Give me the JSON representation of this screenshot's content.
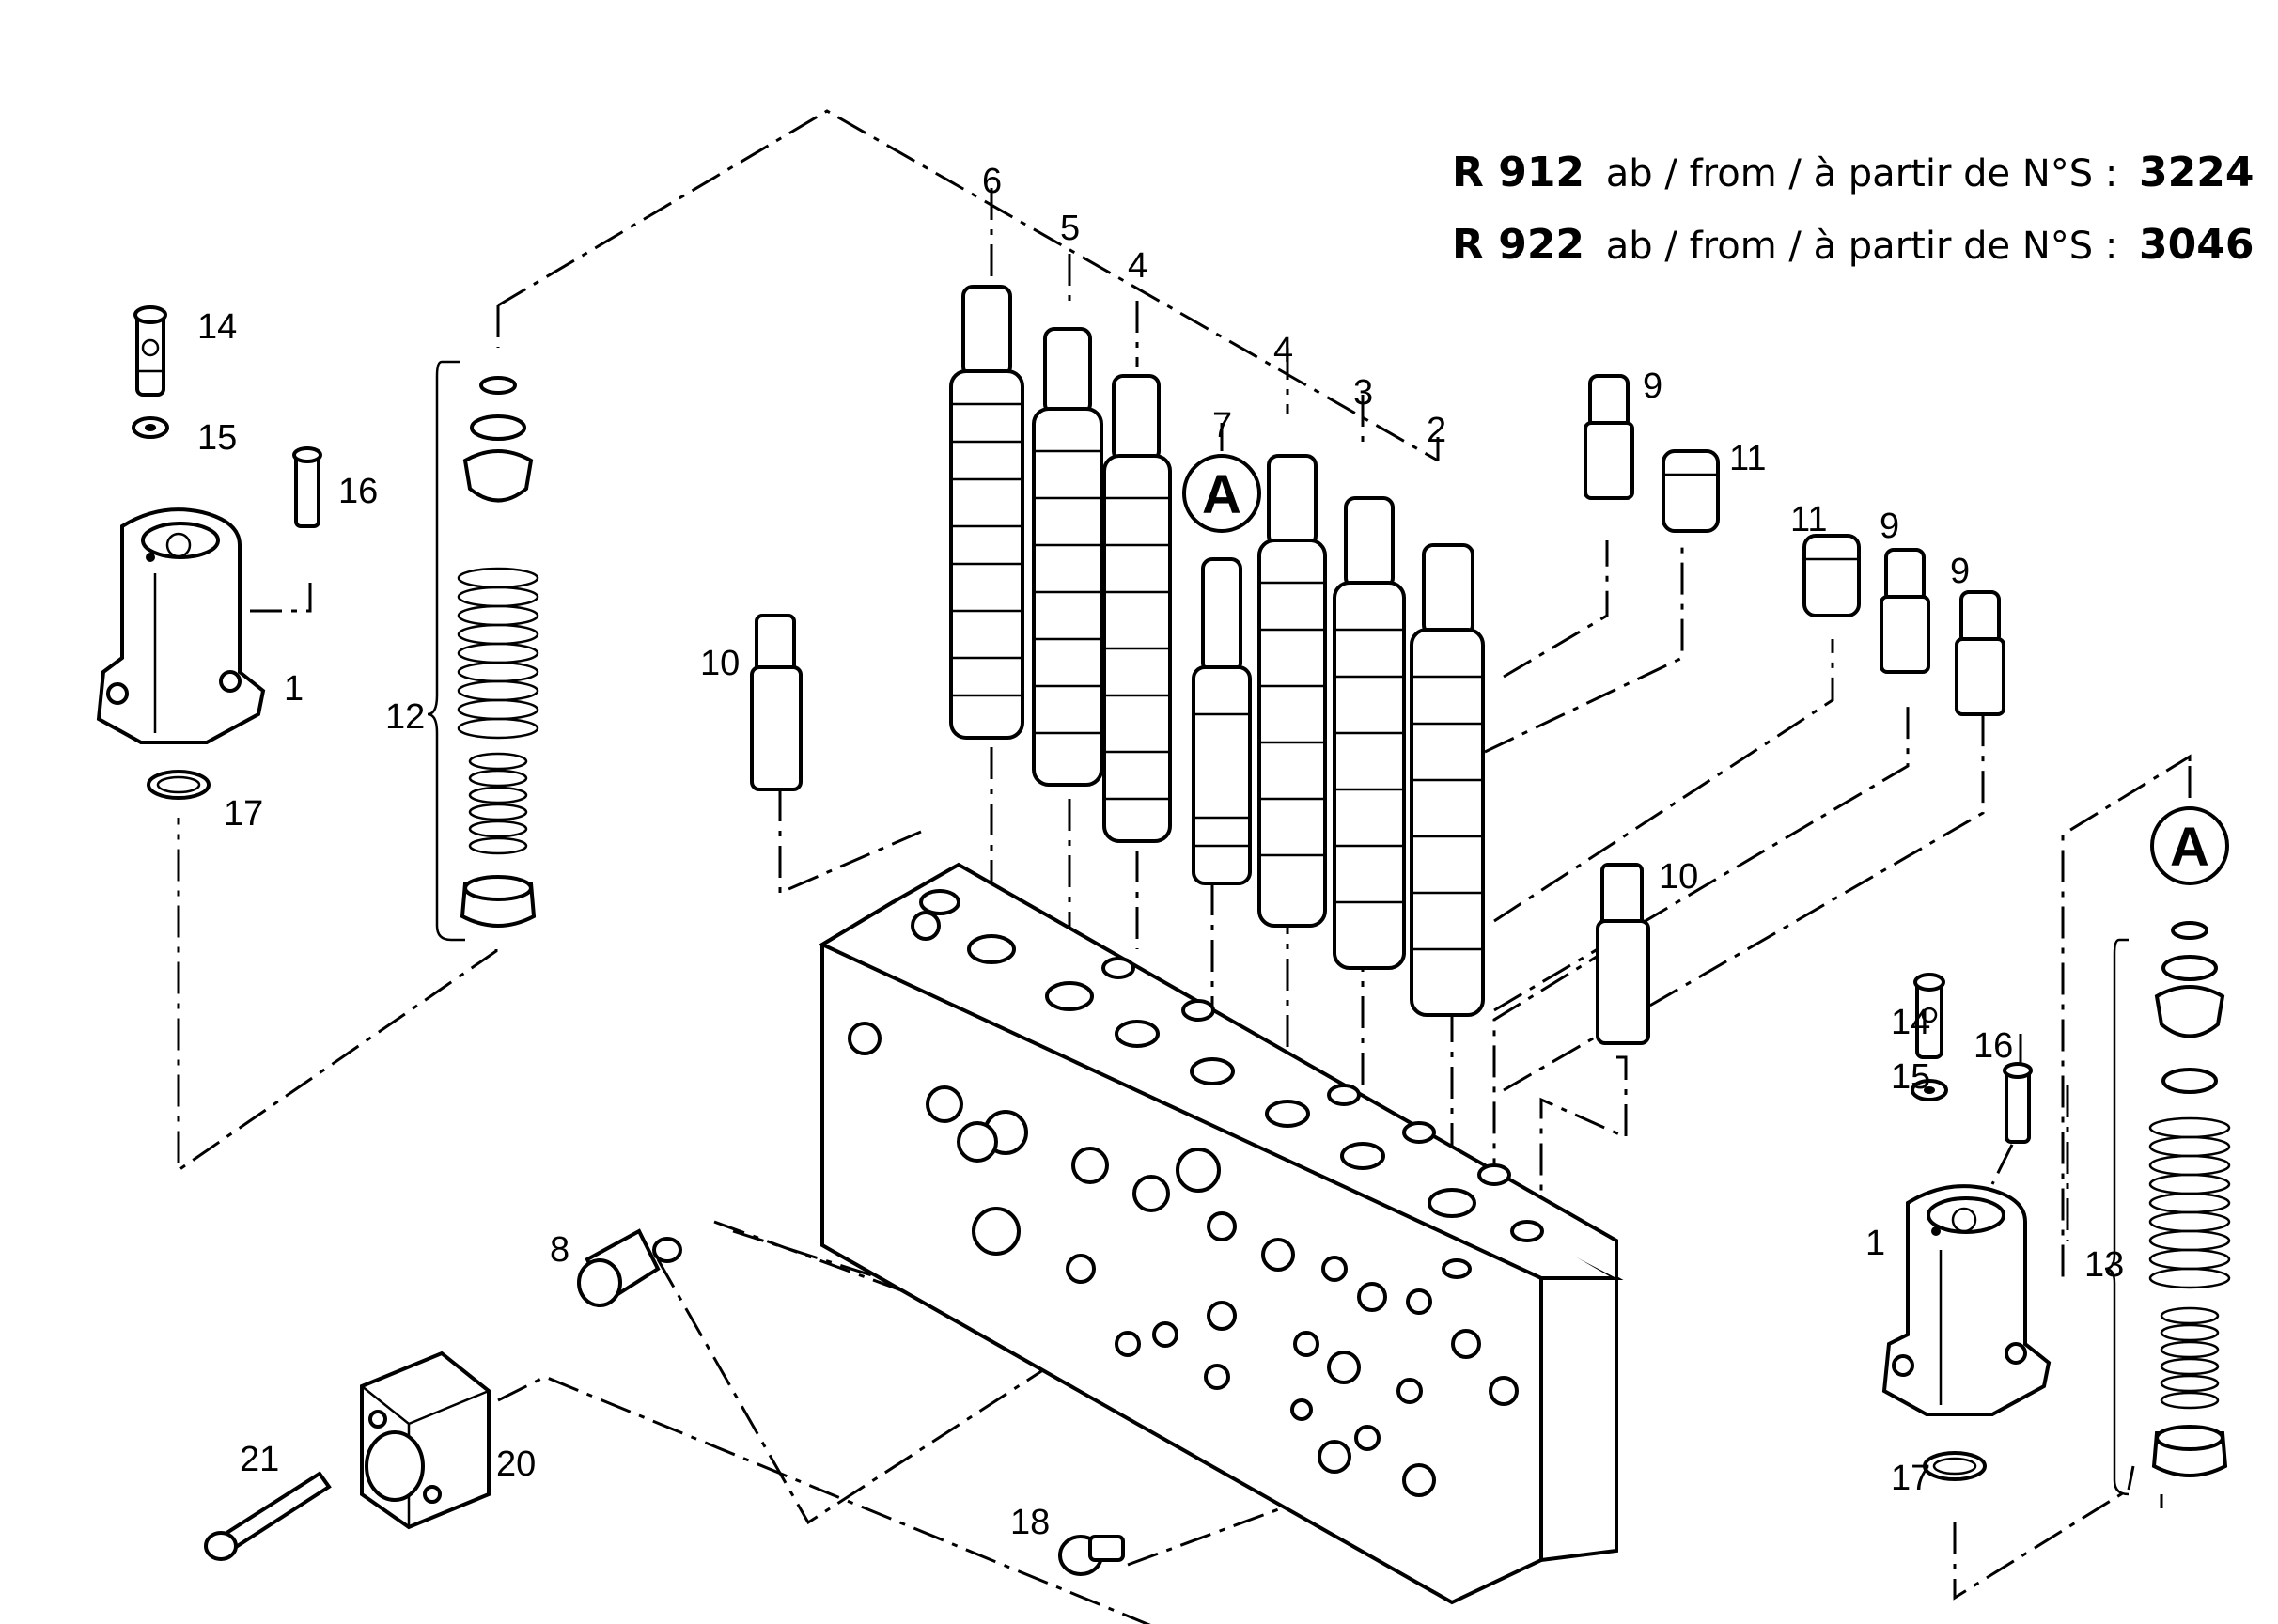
{
  "header": {
    "line1": {
      "model": "R 912",
      "text": "ab / from / à partir de N°S :",
      "serial": "3224"
    },
    "line2": {
      "model": "R 922",
      "text": "ab / from / à partir de N°S :",
      "serial": "3046"
    }
  },
  "detail_marker": "A",
  "callouts": {
    "c1_left": "1",
    "c1_right": "1",
    "c2": "2",
    "c3": "3",
    "c4a": "4",
    "c4b": "4",
    "c5": "5",
    "c6": "6",
    "c7": "7",
    "c8": "8",
    "c9a": "9",
    "c9b": "9",
    "c9c": "9",
    "c10a": "10",
    "c10b": "10",
    "c11a": "11",
    "c11b": "11",
    "c12": "12",
    "c13": "13",
    "c14_left": "14",
    "c14_right": "14",
    "c15_left": "15",
    "c15_right": "15",
    "c16_left": "16",
    "c16_right": "16",
    "c17_left": "17",
    "c17_right": "17",
    "c18": "18",
    "c20": "20",
    "c21": "21"
  }
}
